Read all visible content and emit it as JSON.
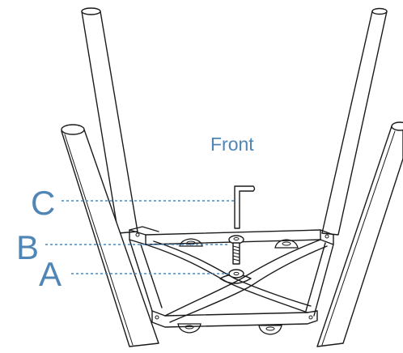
{
  "diagram": {
    "front_label": "Front",
    "callouts": [
      {
        "letter": "C",
        "part": "hex-key"
      },
      {
        "letter": "B",
        "part": "bolt"
      },
      {
        "letter": "A",
        "part": "washer"
      }
    ]
  },
  "colors": {
    "accent": "#4f86b5",
    "line": "#1a1a1a",
    "background": "#ffffff"
  }
}
